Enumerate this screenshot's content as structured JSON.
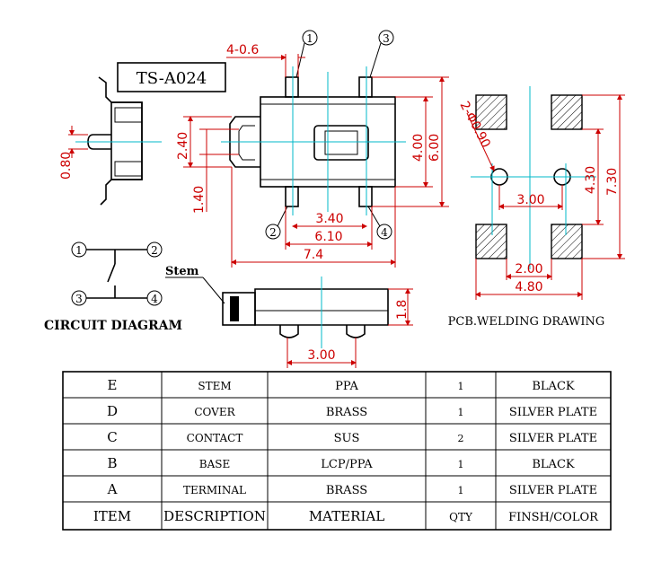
{
  "model": "TS-A024",
  "pins": [
    "1",
    "2",
    "3",
    "4"
  ],
  "side_dims": {
    "d1": "2.40",
    "d2": "1.40",
    "d3": "0.80"
  },
  "top_dims": {
    "pitch": "4-0.6",
    "h1": "4.00",
    "h2": "6.00",
    "w1": "3.40",
    "w2": "6.10",
    "w3": "7.4"
  },
  "pcb_dims": {
    "hole": "2-Φ0.90",
    "h1": "4.30",
    "h2": "7.30",
    "w1": "3.00",
    "w2": "2.00",
    "w3": "4.80"
  },
  "front": {
    "stem_label": "Stem",
    "height": "1.8",
    "width": "3.00"
  },
  "circuit_title": "CIRCUIT DIAGRAM",
  "pcb_title": "PCB.WELDING DRAWING",
  "table": {
    "rows": [
      {
        "item": "E",
        "desc": "STEM",
        "material": "PPA",
        "qty": "1",
        "finish": "BLACK"
      },
      {
        "item": "D",
        "desc": "COVER",
        "material": "BRASS",
        "qty": "1",
        "finish": "SILVER PLATE"
      },
      {
        "item": "C",
        "desc": "CONTACT",
        "material": "SUS",
        "qty": "2",
        "finish": "SILVER PLATE"
      },
      {
        "item": "B",
        "desc": "BASE",
        "material": "LCP/PPA",
        "qty": "1",
        "finish": "BLACK"
      },
      {
        "item": "A",
        "desc": "TERMINAL",
        "material": "BRASS",
        "qty": "1",
        "finish": "SILVER PLATE"
      }
    ],
    "header": {
      "item": "ITEM",
      "desc": "DESCRIPTION",
      "material": "MATERIAL",
      "qty": "QTY",
      "finish": "FINSH/COLOR"
    }
  }
}
